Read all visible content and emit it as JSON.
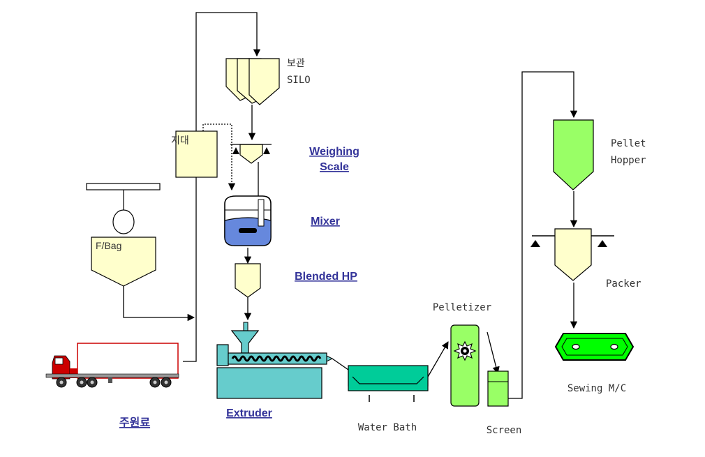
{
  "labels": {
    "silo": "보관",
    "silo_sub": "SILO",
    "jidae": "지대",
    "weighing_1": "Weighing",
    "weighing_2": "Scale",
    "mixer": "Mixer",
    "blended": "Blended HP",
    "fbag": "F/Bag",
    "raw_material": "주원료",
    "extruder": "Extruder",
    "water_bath": "Water Bath",
    "pelletizer": "Pelletizer",
    "screen": "Screen",
    "pellet_1": "Pellet",
    "pellet_2": "Hopper",
    "packer": "Packer",
    "sewing": "Sewing M/C"
  },
  "colors": {
    "hopper_fill": "#ffffcc",
    "green_light": "#99ff66",
    "green_bright": "#00ff00",
    "teal": "#66cccc",
    "water": "#00cc99",
    "mixer_blue": "#6688dd",
    "truck_red": "#cc0000",
    "link_text": "#333399"
  }
}
